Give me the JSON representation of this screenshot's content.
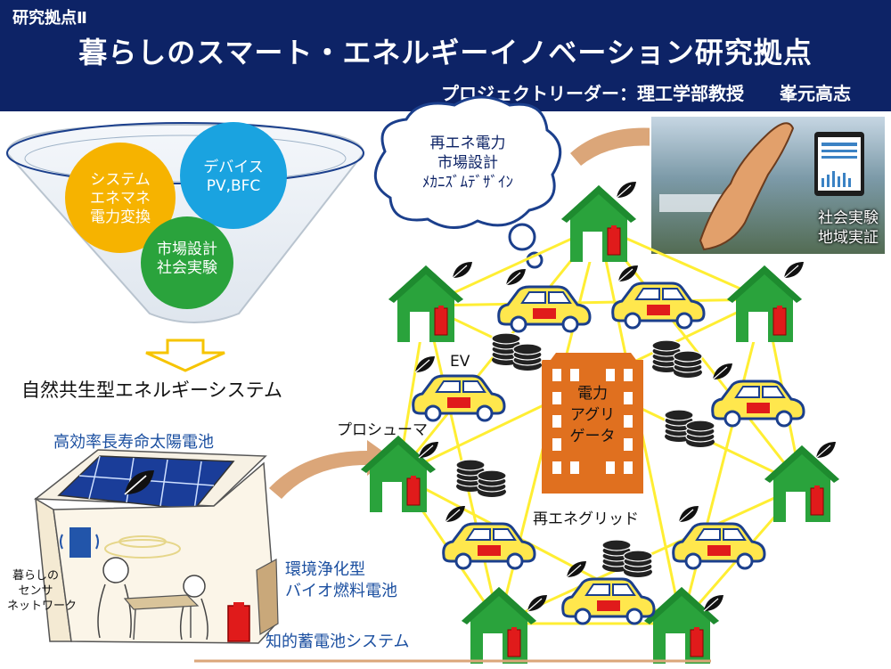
{
  "header": {
    "tag": "研究拠点Ⅱ",
    "title": "暮らしのスマート・エネルギーイノベーション研究拠点",
    "leader": "プロジェクトリーダー：理工学部教授　　峯元高志"
  },
  "funnel": {
    "circle_system": [
      "システム",
      "エネマネ",
      "電力変換"
    ],
    "circle_device": [
      "デバイス",
      "PV,BFC"
    ],
    "circle_market": [
      "市場設計",
      "社会実験"
    ],
    "result": "自然共生型エネルギーシステム"
  },
  "house": {
    "solar": "高効率長寿命太陽電池",
    "sensor": [
      "暮らしの",
      "センサ",
      "ネットワーク"
    ],
    "biofuel": [
      "環境浄化型",
      "バイオ燃料電池"
    ],
    "battery": "知的蓄電池システム"
  },
  "grid": {
    "cloud": [
      "再エネ電力",
      "市場設計",
      "ﾒｶﾆｽﾞﾑﾃﾞｻﾞｲﾝ"
    ],
    "photo": [
      "社会実験",
      "地域実証"
    ],
    "ev": "EV",
    "prosumer": "プロシューマ",
    "aggregator": [
      "電力",
      "アグリ",
      "ゲータ"
    ],
    "grid_label": "再エネグリッド"
  },
  "colors": {
    "header_bg": "#0d2366",
    "house_green": "#2aa33c",
    "car_yellow": "#ffe74d",
    "link_yellow": "#ffee33",
    "building_orange": "#e0701f",
    "arrow_tan": "#dba679"
  }
}
